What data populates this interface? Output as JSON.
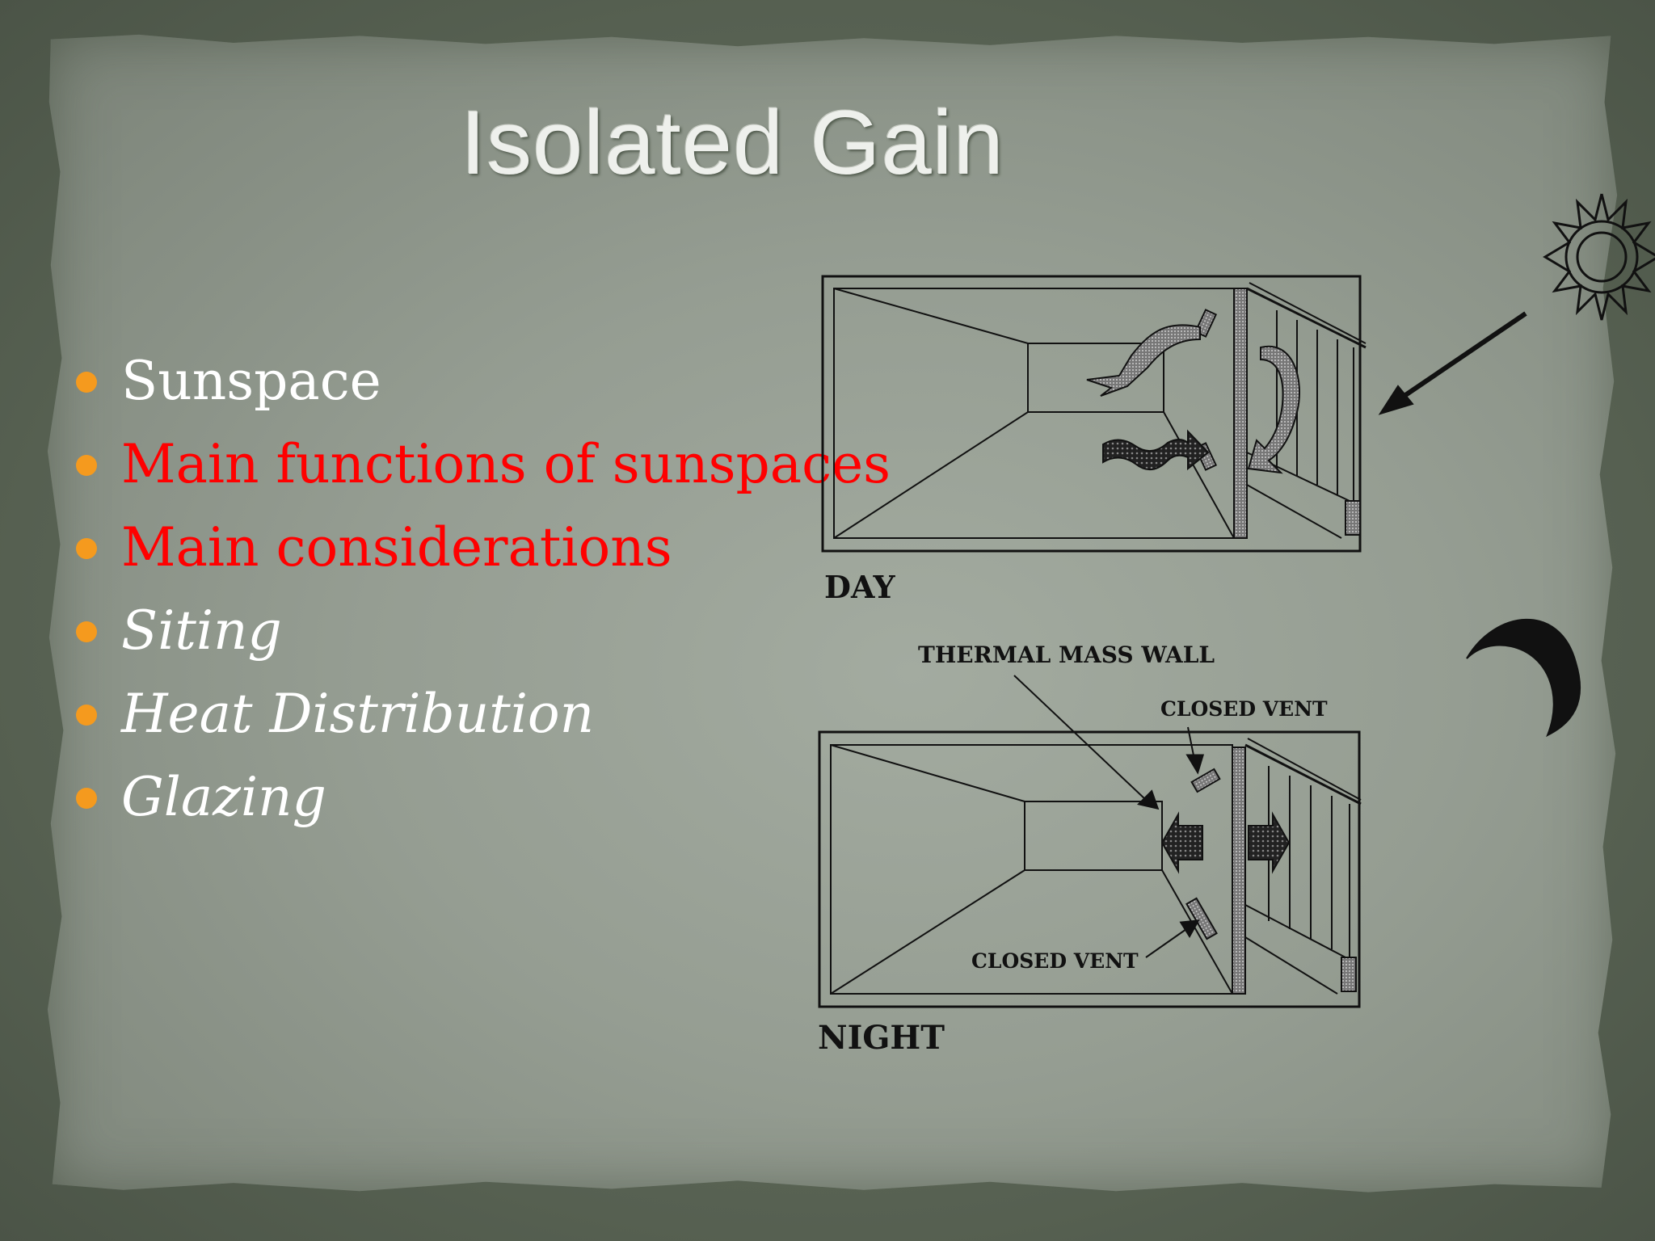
{
  "slide": {
    "title": "Isolated Gain",
    "bullets": [
      {
        "text": "Sunspace",
        "color": "#ffffff",
        "italic": false
      },
      {
        "text": "Main functions of sunspaces",
        "color": "#ff0000",
        "italic": false
      },
      {
        "text": "Main considerations",
        "color": "#ff0000",
        "italic": false
      },
      {
        "text": "Siting",
        "color": "#ffffff",
        "italic": true
      },
      {
        "text": "Heat Distribution",
        "color": "#ffffff",
        "italic": true
      },
      {
        "text": "Glazing",
        "color": "#ffffff",
        "italic": true
      }
    ],
    "bullet_color": "#f59a1e"
  },
  "diagram": {
    "day_label": "DAY",
    "night_label": "NIGHT",
    "thermal_mass_label": "THERMAL MASS WALL",
    "closed_vent_top_label": "CLOSED VENT",
    "closed_vent_bottom_label": "CLOSED VENT",
    "sun_icon": "sun-icon",
    "moon_icon": "moon-icon"
  }
}
